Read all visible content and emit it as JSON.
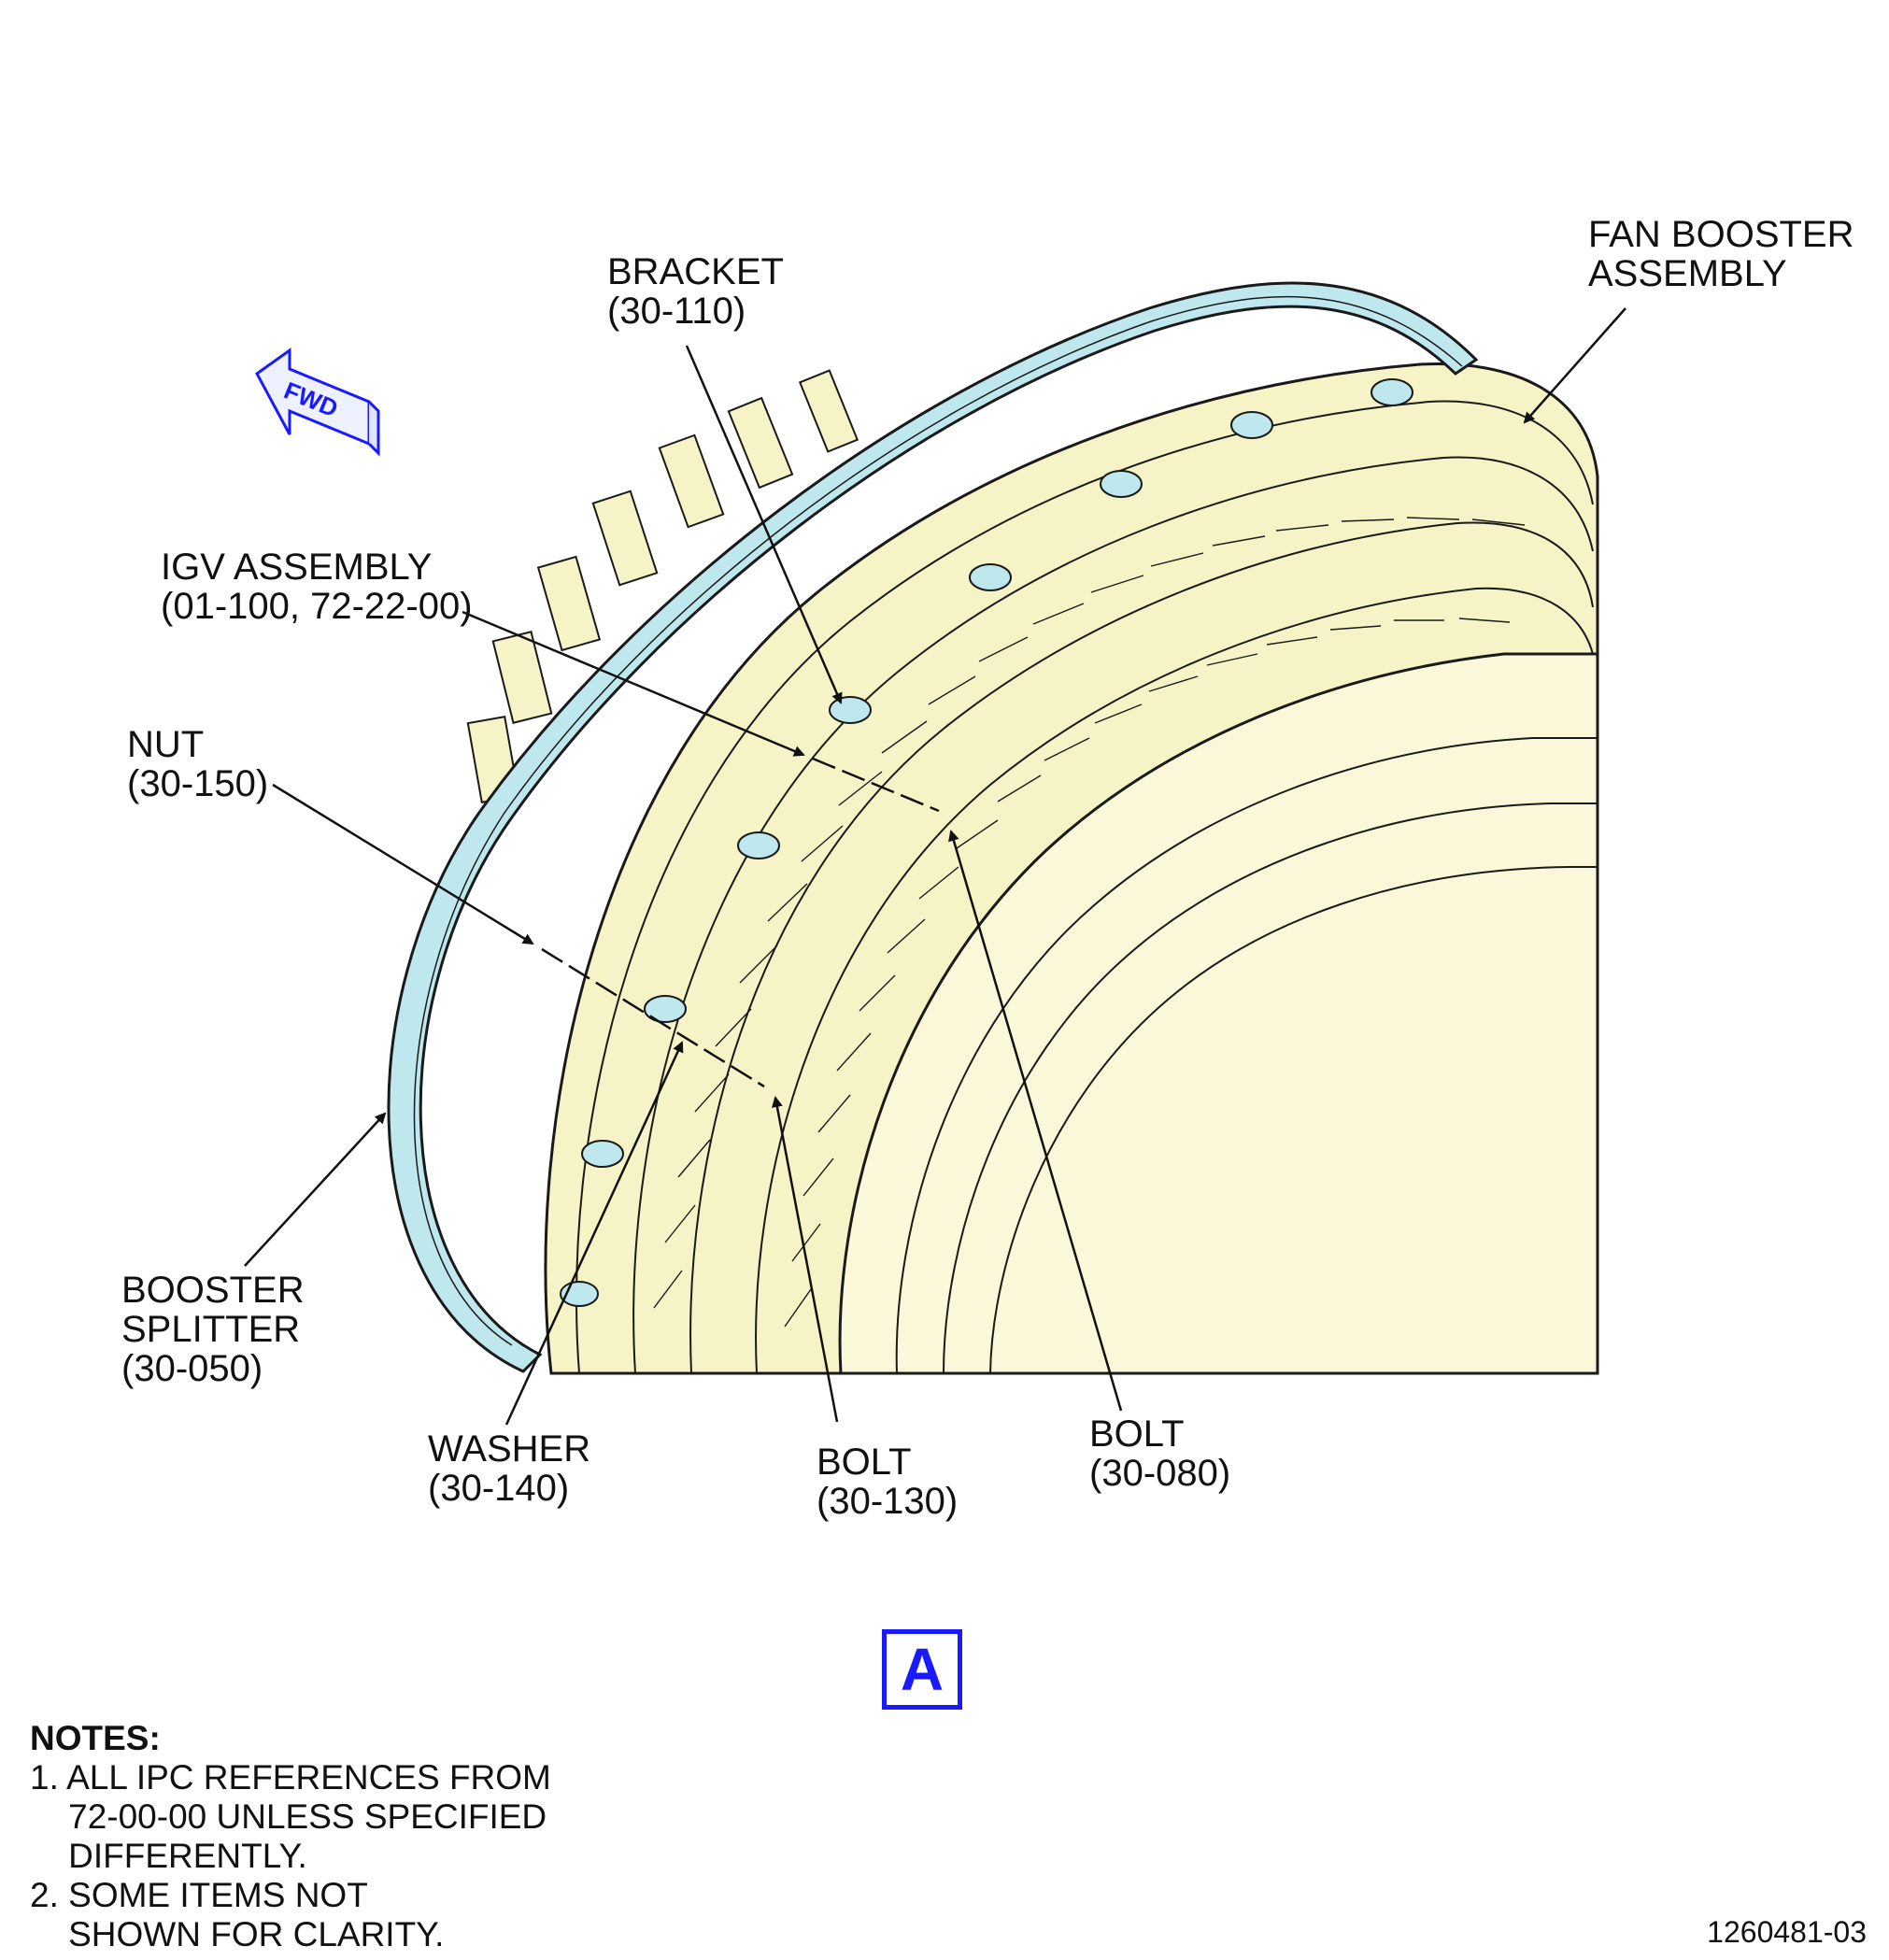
{
  "callouts": {
    "fan_booster_assembly": "FAN BOOSTER\nASSEMBLY",
    "bracket": "BRACKET\n(30-110)",
    "igv_assembly": "IGV ASSEMBLY\n(01-100, 72-22-00)",
    "nut": "NUT\n(30-150)",
    "booster_splitter": "BOOSTER\nSPLITTER\n(30-050)",
    "washer": "WASHER\n(30-140)",
    "bolt_130": "BOLT\n(30-130)",
    "bolt_080": "BOLT\n(30-080)"
  },
  "fwd_label": "FWD",
  "view_label": "A",
  "notes": {
    "title": "NOTES:",
    "lines": [
      "1. ALL IPC REFERENCES FROM",
      "    72-00-00 UNLESS SPECIFIED",
      "    DIFFERENTLY.",
      "2. SOME ITEMS NOT",
      "    SHOWN FOR CLARITY."
    ]
  },
  "figure_number": "1260481-03",
  "colors": {
    "assembly_fill": "#f6f3c6",
    "splitter_fill": "#bfe7ee",
    "line": "#1a1a1a",
    "accent_blue": "#1a1aff"
  }
}
